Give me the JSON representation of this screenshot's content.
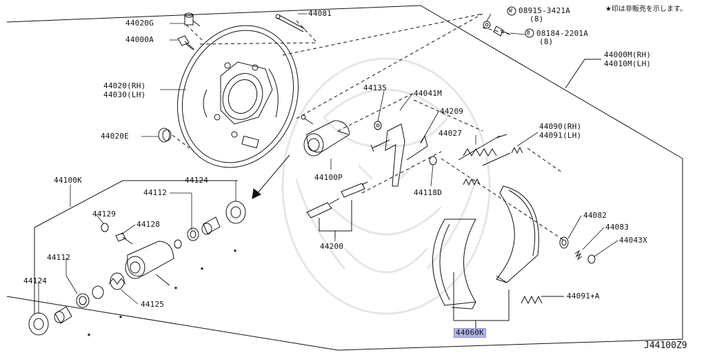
{
  "note": "★印は非販売を示します。",
  "diagram_code": "J44100Z9",
  "parts": {
    "p44081": "44081",
    "p44020G": "44020G",
    "p44000A": "44000A",
    "p44020rh": "44020(RH)",
    "p44030lh": "44030(LH)",
    "p44020E": "44020E",
    "p08915": "08915-3421A",
    "p08915q": "(8)",
    "p08184": "08184-2201A",
    "p08184q": "(8)",
    "w_mark": "W",
    "b_mark": "B",
    "p44000M": "44000M(RH)",
    "p44010M": "44010M(LH)",
    "p44135": "44135",
    "p44041M": "44041M",
    "p44209": "44209",
    "p44027": "44027",
    "p44090": "44090(RH)",
    "p44091": "44091(LH)",
    "p44100P": "44100P",
    "p44118D": "44118D",
    "p44100K": "44100K",
    "p44124a": "44124",
    "p44112a": "44112",
    "p44129": "44129",
    "p44128": "44128",
    "p44200": "44200",
    "p44082": "44082",
    "p44083": "44083",
    "p44043X": "44043X",
    "p44112b": "44112",
    "p44124b": "44124",
    "p44125": "44125",
    "p44091A": "44091+A",
    "p44060K": "44060K"
  }
}
